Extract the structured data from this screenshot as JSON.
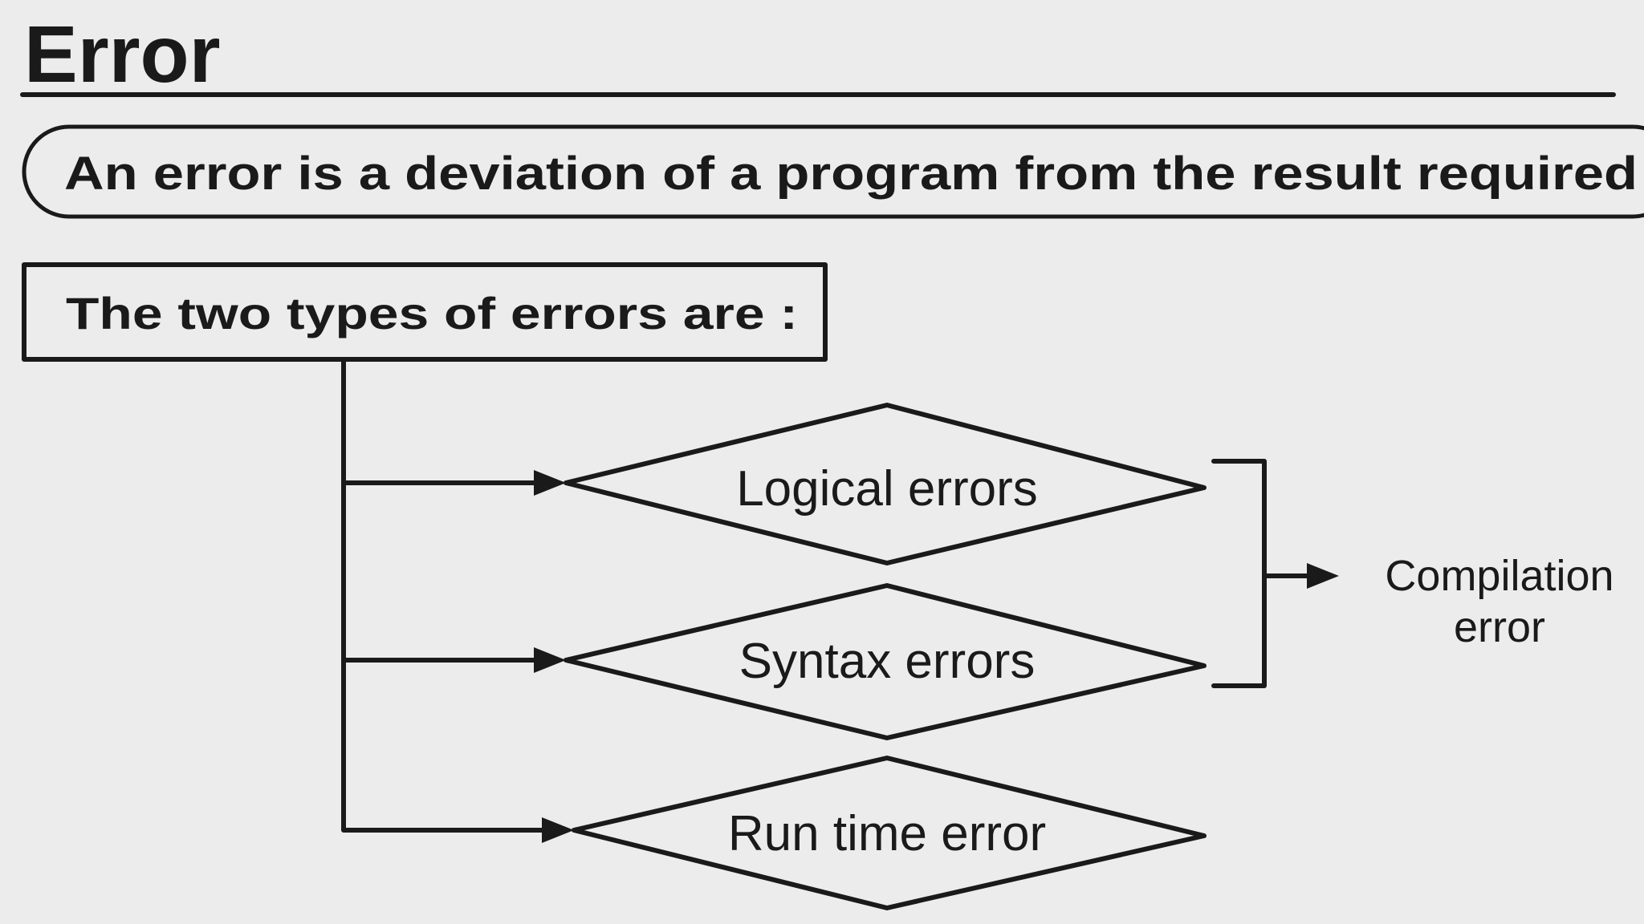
{
  "heading": "Error",
  "definition": "An error is a deviation of a program from the result required",
  "types_label": "The two types of errors are :",
  "nodes": [
    {
      "label": "Logical errors"
    },
    {
      "label": "Syntax errors"
    },
    {
      "label": "Run time error"
    }
  ],
  "grouped_result": {
    "lines": [
      "Compilation",
      "error"
    ]
  }
}
